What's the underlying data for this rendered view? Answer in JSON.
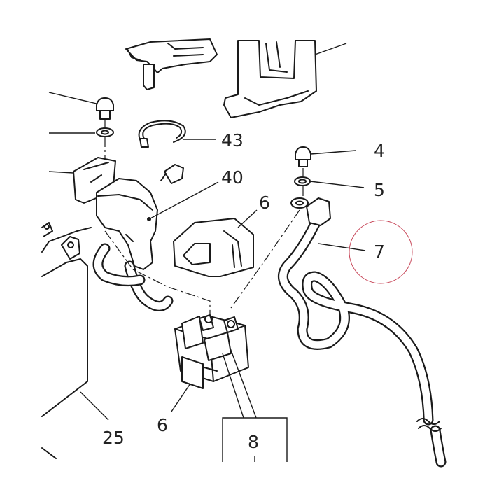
{
  "diagram": {
    "callouts": [
      {
        "id": "c43",
        "label": "43"
      },
      {
        "id": "c40",
        "label": "40"
      },
      {
        "id": "c4",
        "label": "4"
      },
      {
        "id": "c5",
        "label": "5"
      },
      {
        "id": "c6a",
        "label": "6"
      },
      {
        "id": "c7",
        "label": "7"
      },
      {
        "id": "c6b",
        "label": "6"
      },
      {
        "id": "c25",
        "label": "25"
      },
      {
        "id": "c8",
        "label": "8"
      }
    ],
    "highlight_color": "#c8485a",
    "line_color": "#1a1a1a"
  }
}
